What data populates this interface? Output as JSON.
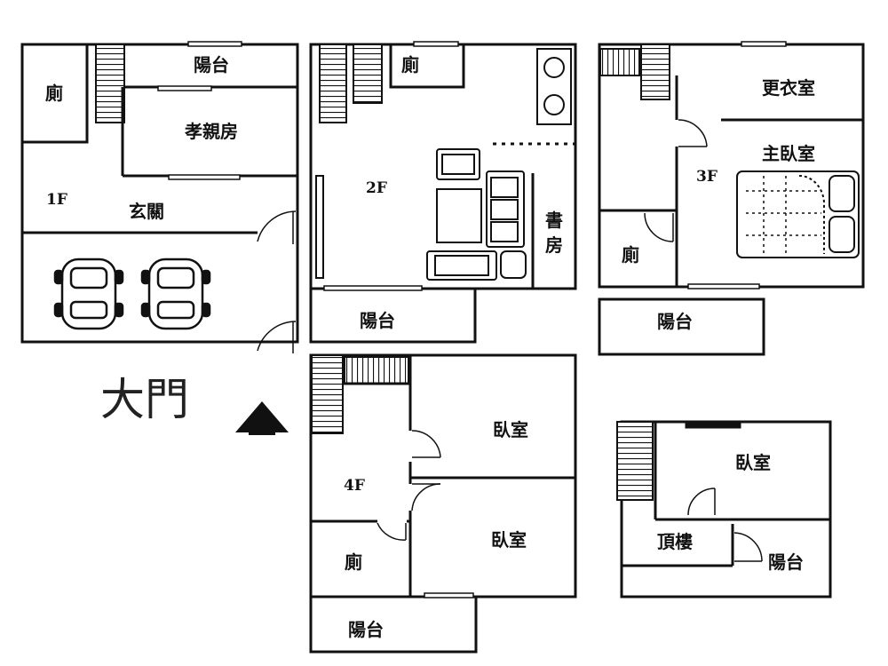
{
  "floors": {
    "f1": {
      "floor_label": "1F",
      "rooms": {
        "bathroom": "廁",
        "balcony": "陽台",
        "elder_room": "孝親房",
        "foyer": "玄關"
      }
    },
    "f2": {
      "floor_label": "2F",
      "rooms": {
        "bathroom": "廁",
        "study_line1": "書",
        "study_line2": "房",
        "balcony": "陽台"
      }
    },
    "f3": {
      "floor_label": "3F",
      "rooms": {
        "dressing_room": "更衣室",
        "master_bedroom": "主臥室",
        "bathroom": "廁",
        "balcony": "陽台"
      }
    },
    "f4": {
      "floor_label": "4F",
      "rooms": {
        "bedroom_a": "臥室",
        "bedroom_b": "臥室",
        "bathroom": "廁",
        "balcony": "陽台"
      }
    },
    "roof": {
      "rooms": {
        "bedroom": "臥室",
        "roof_room": "頂樓",
        "balcony": "陽台"
      }
    }
  },
  "entrance": {
    "label": "大門"
  }
}
